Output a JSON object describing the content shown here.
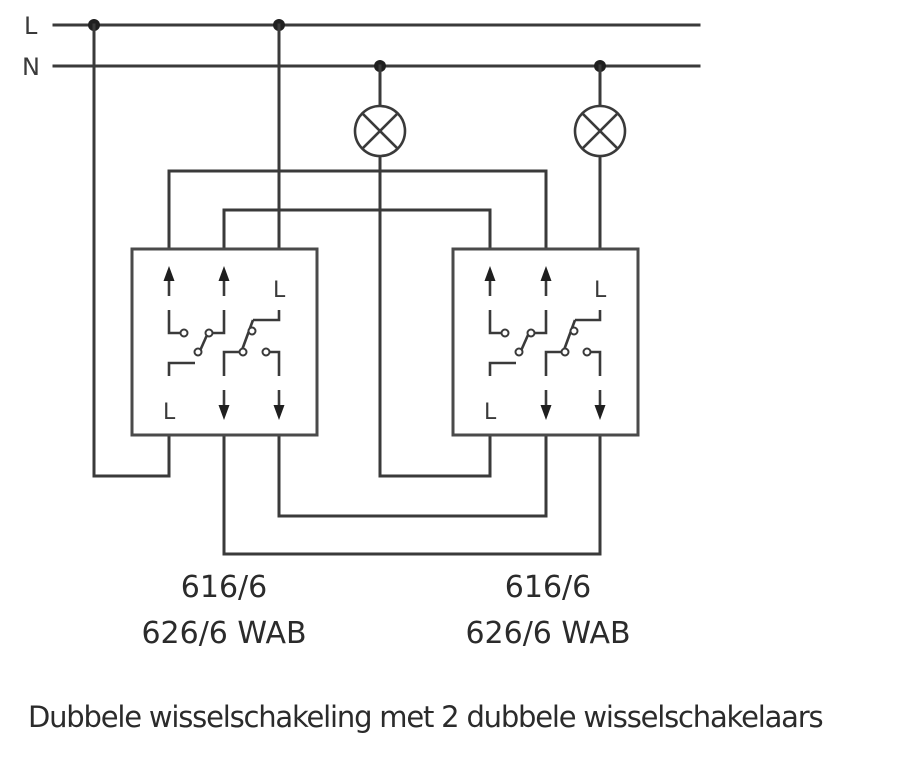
{
  "bus": {
    "phase_label": "L",
    "neutral_label": "N"
  },
  "lamps": [
    {
      "id": "lamp-1",
      "symbol": "lamp-cross-icon"
    },
    {
      "id": "lamp-2",
      "symbol": "lamp-cross-icon"
    }
  ],
  "switches": [
    {
      "terminal_top": "L",
      "terminal_bottom": "L",
      "model_line1": "616/6",
      "model_line2": "626/6 WAB"
    },
    {
      "terminal_top": "L",
      "terminal_bottom": "L",
      "model_line1": "616/6",
      "model_line2": "626/6 WAB"
    }
  ],
  "caption": "Dubbele wisselschakeling met 2 dubbele wisselschakelaars",
  "colors": {
    "line": "#3a3a3a",
    "text": "#2b2b2b",
    "background": "#ffffff"
  }
}
